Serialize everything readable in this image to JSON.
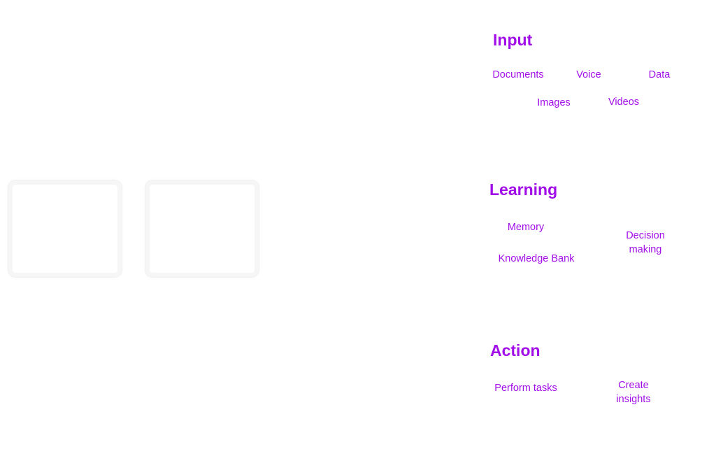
{
  "colors": {
    "accent": "#a10ee8",
    "card_border": "#f6f6f6",
    "background": "#ffffff"
  },
  "sections": {
    "input": {
      "title": "Input",
      "items": [
        "Documents",
        "Voice",
        "Data",
        "Images",
        "Videos"
      ]
    },
    "learning": {
      "title": "Learning",
      "items": [
        "Memory",
        "Decision\nmaking",
        "Knowledge Bank"
      ]
    },
    "action": {
      "title": "Action",
      "items": [
        "Perform tasks",
        "Create\ninsights"
      ]
    }
  }
}
